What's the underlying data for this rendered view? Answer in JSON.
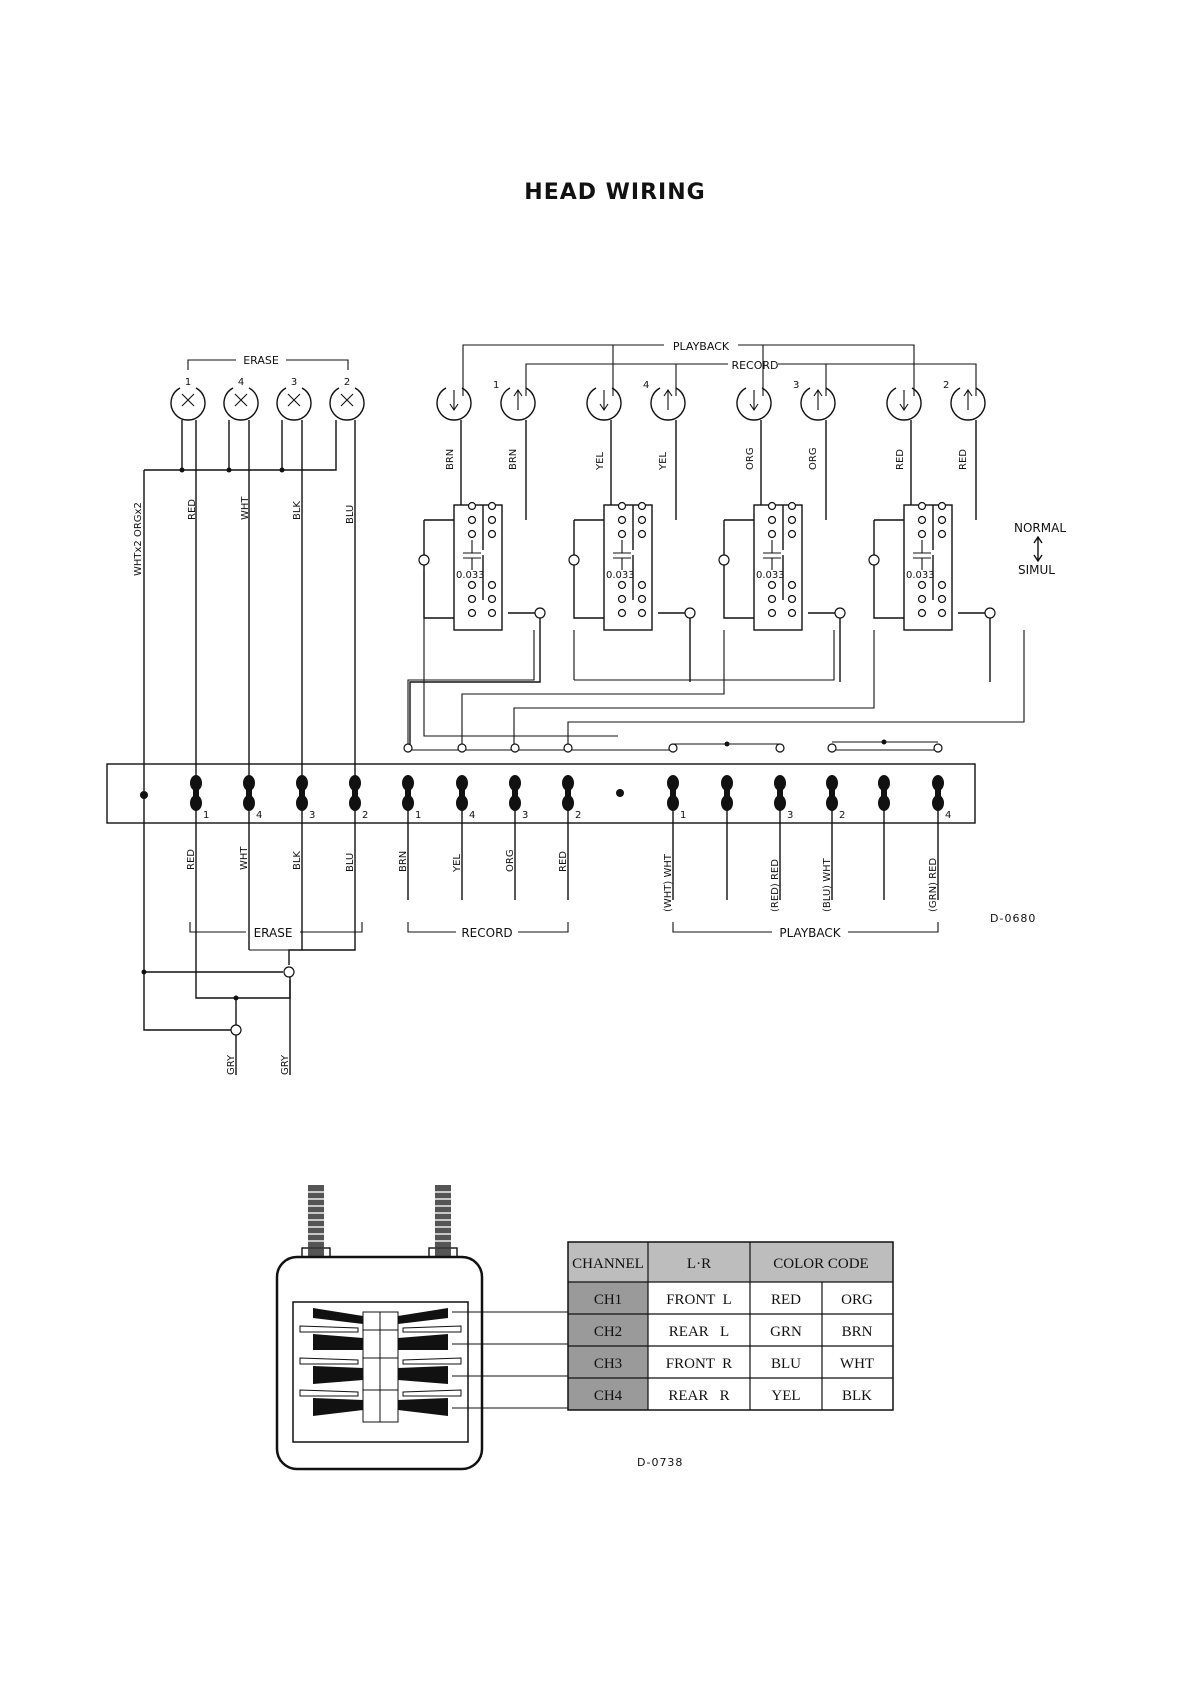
{
  "title": "HEAD WIRING",
  "erase_top": {
    "label": "ERASE",
    "heads": [
      "1",
      "4",
      "3",
      "2"
    ],
    "wires": [
      "RED",
      "WHT",
      "BLK",
      "BLU"
    ],
    "common_wire": "WHTx2 ORGx2"
  },
  "playback_label": "PLAYBACK",
  "record_label": "RECORD",
  "channels": [
    {
      "num": "1",
      "wire_left": "BRN",
      "wire_right": "BRN",
      "cap": "0.033"
    },
    {
      "num": "4",
      "wire_left": "YEL",
      "wire_right": "YEL",
      "cap": "0.033"
    },
    {
      "num": "3",
      "wire_left": "ORG",
      "wire_right": "ORG",
      "cap": "0.033"
    },
    {
      "num": "2",
      "wire_left": "RED",
      "wire_right": "RED",
      "cap": "0.033"
    }
  ],
  "switch": {
    "normal": "NORMAL",
    "simul": "SIMUL"
  },
  "terminal_nums": [
    "1",
    "4",
    "3",
    "2",
    "1",
    "4",
    "3",
    "2",
    "1",
    "3",
    "2",
    "4"
  ],
  "bottom": {
    "erase_wires": [
      "RED",
      "WHT",
      "BLK",
      "BLU"
    ],
    "erase_label": "ERASE",
    "record_wires": [
      "BRN",
      "YEL",
      "ORG",
      "RED"
    ],
    "record_label": "RECORD",
    "playback_wires": [
      "(WHT) WHT",
      "(RED) RED",
      "(BLU) WHT",
      "(GRN) RED"
    ],
    "playback_label": "PLAYBACK",
    "gry_wires": [
      "GRY",
      "GRY"
    ]
  },
  "code_top": "D-0680",
  "code_bottom": "D-0738",
  "table": {
    "headers": [
      "CHANNEL",
      "L·R",
      "COLOR CODE"
    ],
    "rows": [
      {
        "ch": "CH1",
        "lr": "FRONT  L",
        "c1": "RED",
        "c2": "ORG"
      },
      {
        "ch": "CH2",
        "lr": "REAR   L",
        "c1": "GRN",
        "c2": "BRN"
      },
      {
        "ch": "CH3",
        "lr": "FRONT  R",
        "c1": "BLU",
        "c2": "WHT"
      },
      {
        "ch": "CH4",
        "lr": "REAR   R",
        "c1": "YEL",
        "c2": "BLK"
      }
    ]
  }
}
